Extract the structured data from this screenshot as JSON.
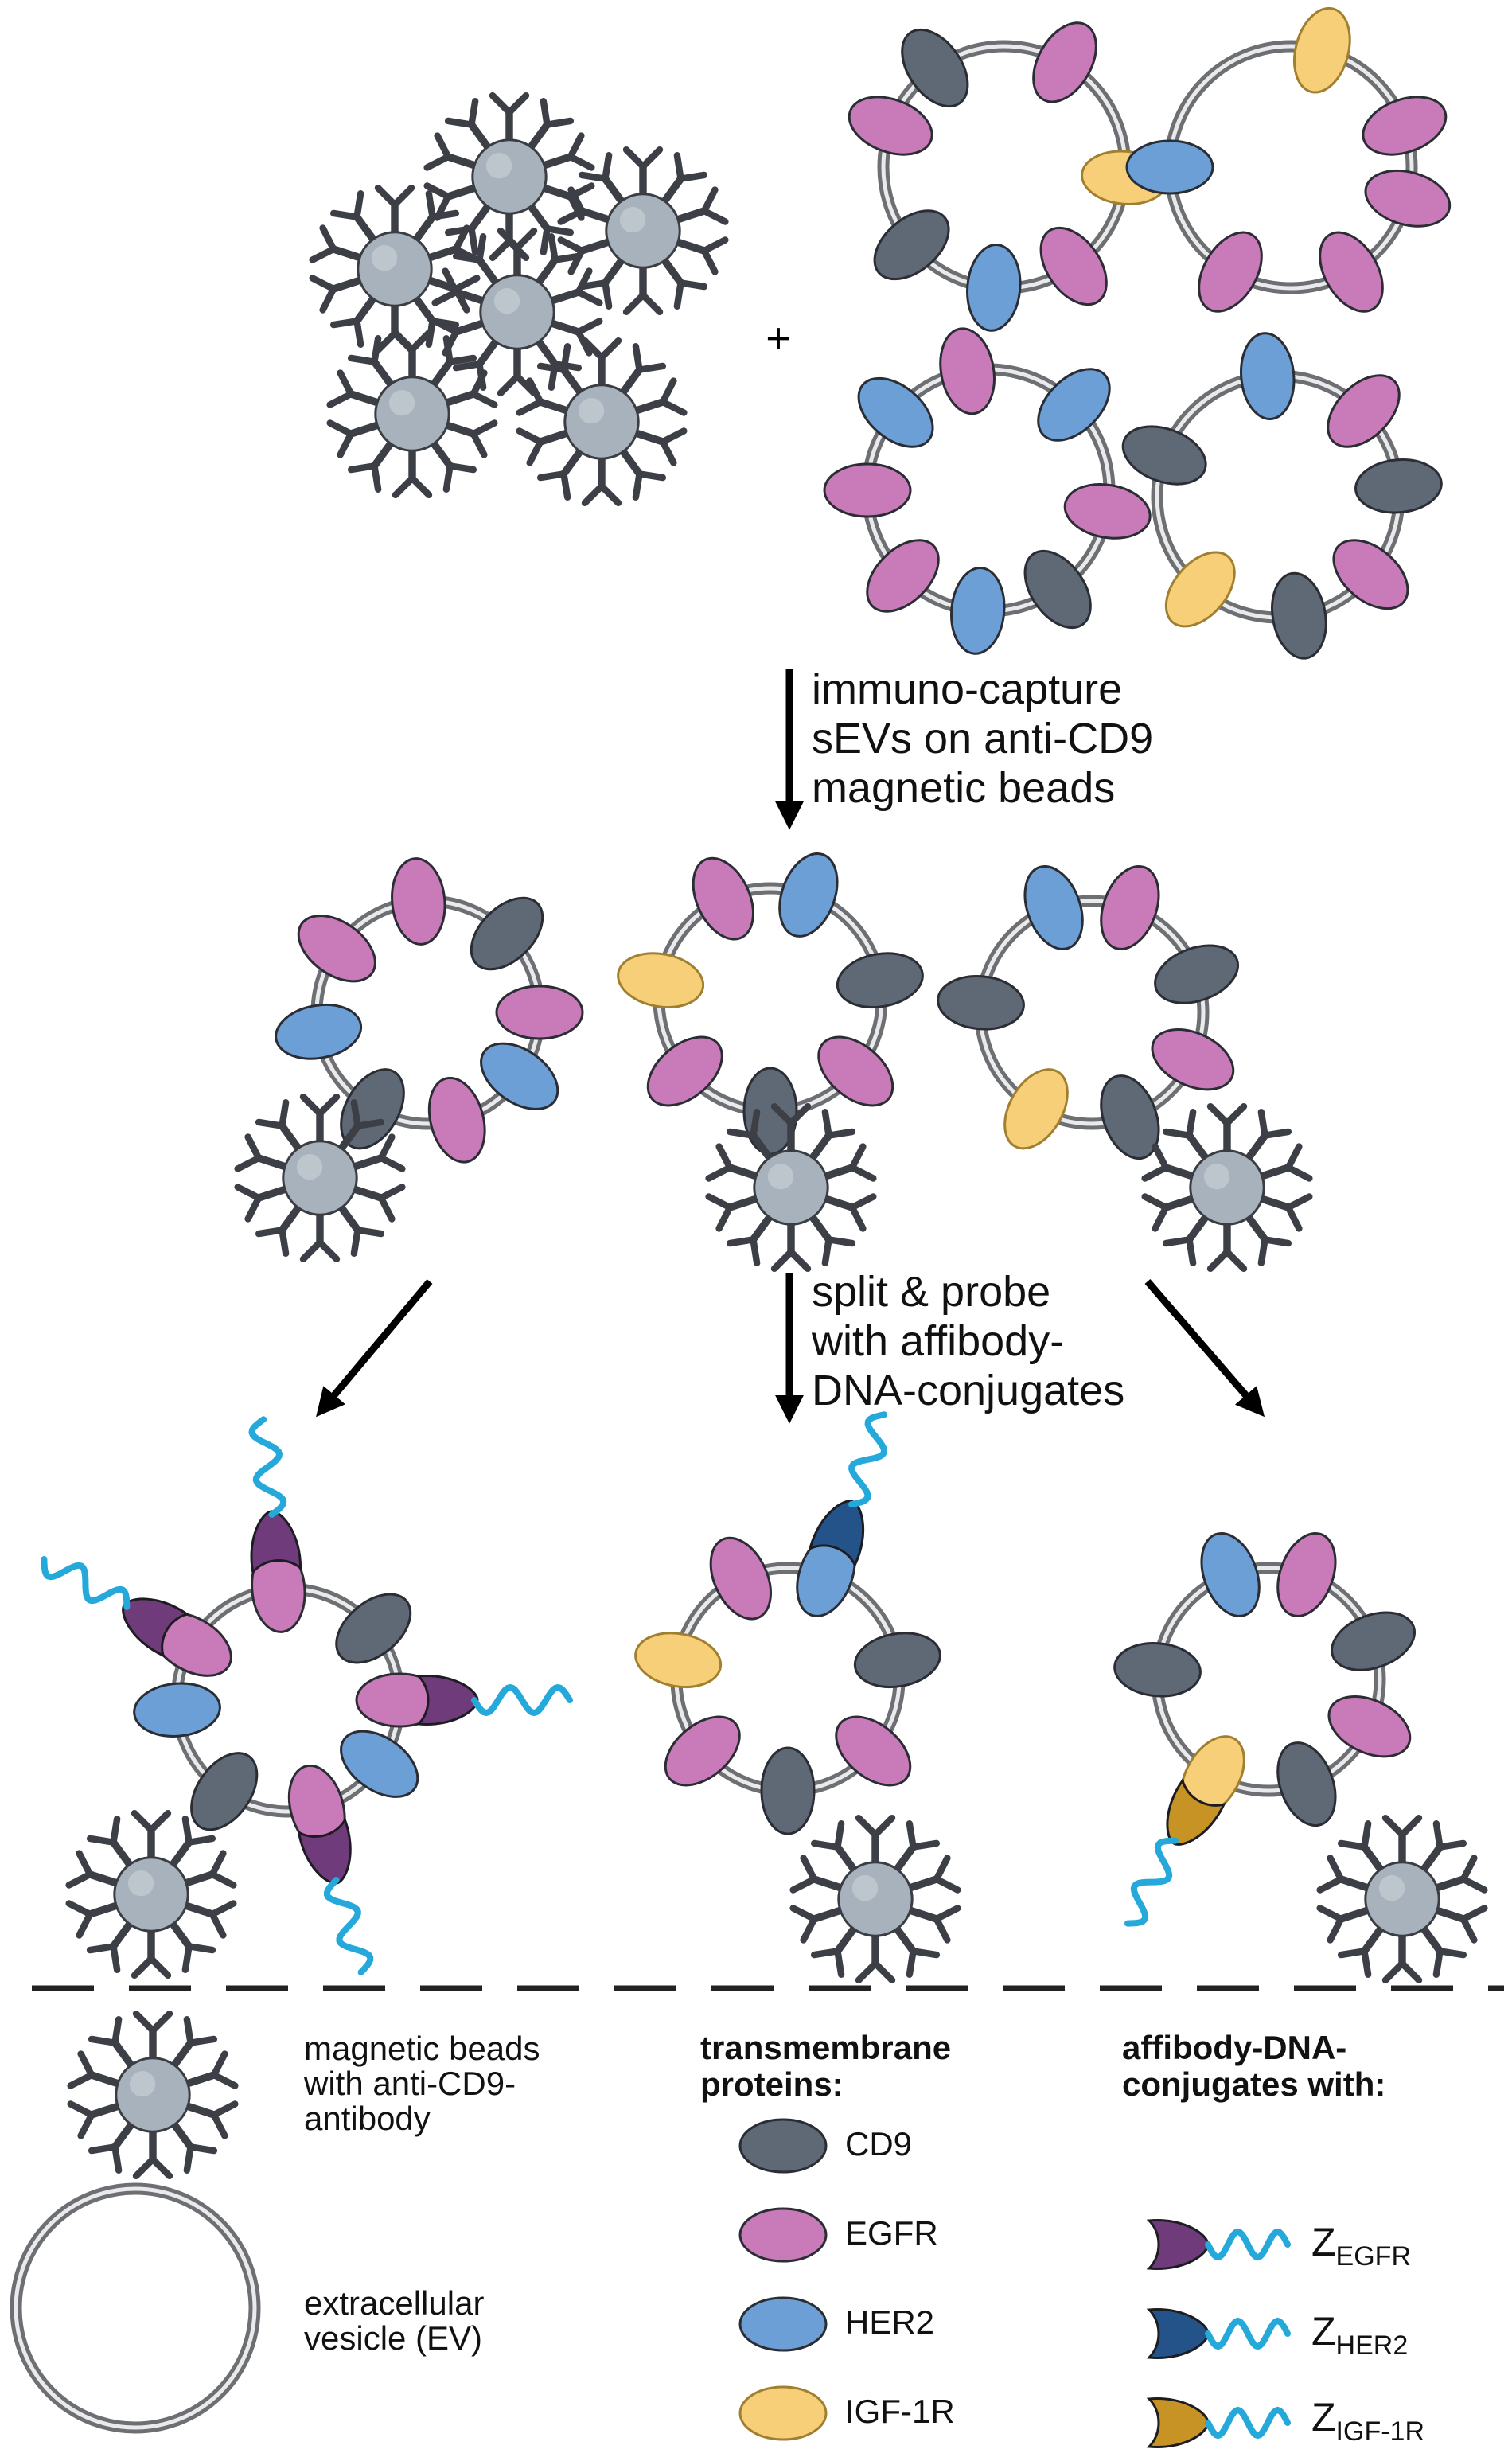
{
  "colors": {
    "CD9": "#5f6875",
    "EGFR": "#c97ab9",
    "HER2": "#6c9fd6",
    "IGF1R": "#f7cf79",
    "Z_EGFR": "#6f3b7a",
    "Z_HER2": "#24538a",
    "Z_IGF1R": "#c79324",
    "dna": "#24a9da",
    "bead": "#a7b2bd",
    "antibody": "#3c3f45",
    "vesicle_ring": "#6d6f72"
  },
  "plus_sign": "+",
  "steps": {
    "capture": [
      "immuno-capture",
      "sEVs on anti-CD9",
      "magnetic beads"
    ],
    "probe": [
      "split & probe",
      "with affibody-",
      "DNA-conjugates"
    ]
  },
  "legend": {
    "beads_label": [
      "magnetic beads",
      "with anti-CD9-",
      "antibody"
    ],
    "ev_label": [
      "extracellular",
      "vesicle (EV)"
    ],
    "proteins_title": [
      "transmembrane",
      "proteins:"
    ],
    "proteins": [
      {
        "name": "CD9",
        "color": "#5f6875"
      },
      {
        "name": "EGFR",
        "color": "#c97ab9"
      },
      {
        "name": "HER2",
        "color": "#6c9fd6"
      },
      {
        "name": "IGF-1R",
        "color": "#f7cf79"
      }
    ],
    "conjugates_title": [
      "affibody-DNA-",
      "conjugates with:"
    ],
    "conjugates": [
      {
        "prefix": "Z",
        "sub": "EGFR",
        "color": "#6f3b7a"
      },
      {
        "prefix": "Z",
        "sub": "HER2",
        "color": "#24538a"
      },
      {
        "prefix": "Z",
        "sub": "IGF-1R",
        "color": "#c79324"
      }
    ]
  }
}
